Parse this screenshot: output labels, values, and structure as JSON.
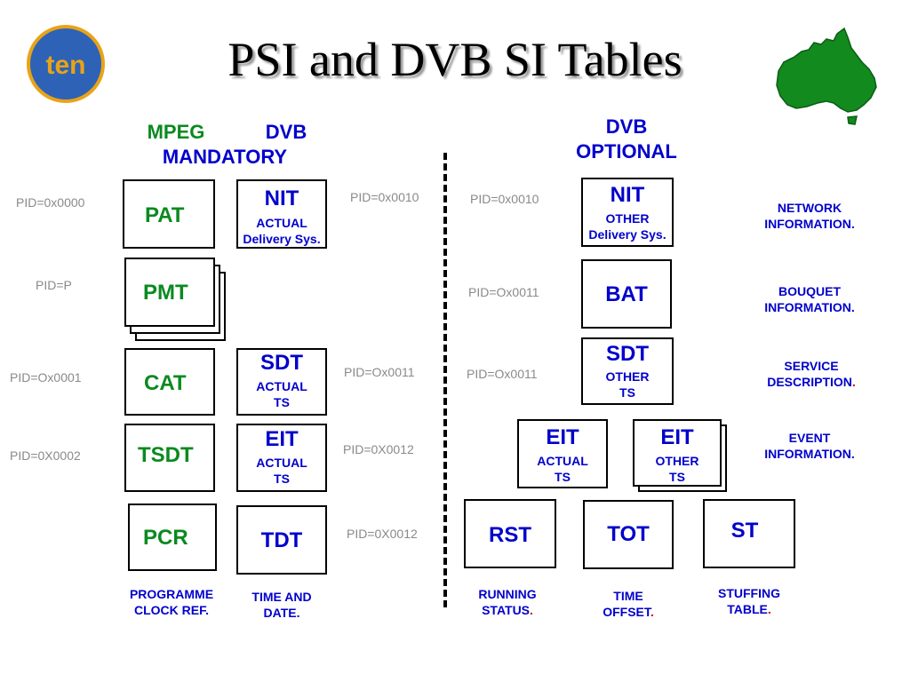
{
  "title": "PSI and DVB SI Tables",
  "logo_text": "ten",
  "headers": {
    "mpeg": "MPEG",
    "dvb_left": "DVB",
    "mandatory": "MANDATORY",
    "dvb_right": "DVB",
    "optional": "OPTIONAL"
  },
  "pids": {
    "pat": "PID=0x0000",
    "pmt": "PID=P",
    "cat": "PID=Ox0001",
    "tsdt": "PID=0X0002",
    "nit_actual": "PID=0x0010",
    "sdt_actual": "PID=Ox0011",
    "eit_actual": "PID=0X0012",
    "tdt": "PID=0X0012",
    "nit_other": "PID=0x0010",
    "bat": "PID=Ox0011",
    "sdt_other": "PID=Ox0011"
  },
  "tables": {
    "pat": "PAT",
    "pmt": "PMT",
    "cat": "CAT",
    "tsdt": "TSDT",
    "pcr": "PCR",
    "nit_actual": {
      "name": "NIT",
      "line1": "ACTUAL",
      "line2": "Delivery Sys."
    },
    "sdt_actual": {
      "name": "SDT",
      "line1": "ACTUAL",
      "line2": "TS"
    },
    "eit_actual": {
      "name": "EIT",
      "line1": "ACTUAL",
      "line2": "TS"
    },
    "tdt": "TDT",
    "nit_other": {
      "name": "NIT",
      "line1": "OTHER",
      "line2": "Delivery Sys."
    },
    "bat": "BAT",
    "sdt_other": {
      "name": "SDT",
      "line1": "OTHER",
      "line2": "TS"
    },
    "eit_actual_opt": {
      "name": "EIT",
      "line1": "ACTUAL",
      "line2": "TS"
    },
    "eit_other": {
      "name": "EIT",
      "line1": "OTHER",
      "line2": "TS"
    },
    "rst": "RST",
    "tot": "TOT",
    "st": "ST"
  },
  "descriptions": {
    "pcr": {
      "line1": "PROGRAMME",
      "line2": "CLOCK REF."
    },
    "tdt": {
      "line1": "TIME AND",
      "line2": "DATE."
    },
    "rst": {
      "line1": "RUNNING",
      "line2": "STATUS"
    },
    "tot": {
      "line1": "TIME",
      "line2": "OFFSET"
    },
    "st": {
      "line1": "STUFFING",
      "line2": "TABLE"
    },
    "network": {
      "line1": "NETWORK",
      "line2": "INFORMATION."
    },
    "bouquet": {
      "line1": "BOUQUET",
      "line2": "INFORMATION."
    },
    "service": {
      "line1": "SERVICE",
      "line2": "DESCRIPTION"
    },
    "event": {
      "line1": "EVENT",
      "line2": "INFORMATION."
    }
  },
  "trailing_dot": ".",
  "colors": {
    "green": "#0a8a1f",
    "blue": "#0000cc",
    "pid_gray": "#8a8a8a",
    "logo_blue": "#2d62b7",
    "logo_gold": "#e8a317",
    "australia_green": "#128a1e"
  }
}
